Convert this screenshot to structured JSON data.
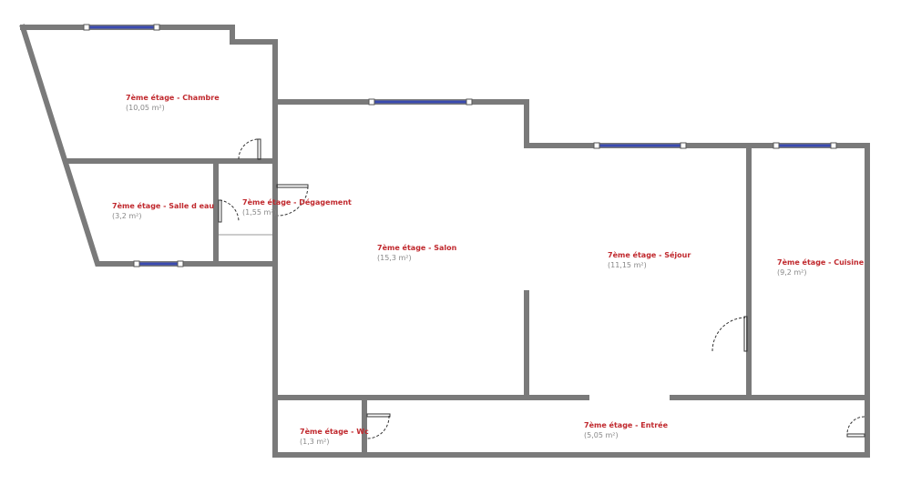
{
  "plan": {
    "wall_color": "#7a7a7a",
    "label_color": "#c0282d",
    "rooms": [
      {
        "name": "7ème étage - Chambre",
        "area": "(10,05 m²)"
      },
      {
        "name": "7ème étage - Salle d eau",
        "area": "(3,2 m²)"
      },
      {
        "name": "7ème étage - Dégagement",
        "area": "(1,55 m²)"
      },
      {
        "name": "7ème étage - Salon",
        "area": "(15,3 m²)"
      },
      {
        "name": "7ème étage - Séjour",
        "area": "(11,15 m²)"
      },
      {
        "name": "7ème étage - Cuisine",
        "area": "(9,2 m²)"
      },
      {
        "name": "7ème étage - Wc",
        "area": "(1,3 m²)"
      },
      {
        "name": "7ème étage - Entrée",
        "area": "(5,05 m²)"
      }
    ]
  }
}
